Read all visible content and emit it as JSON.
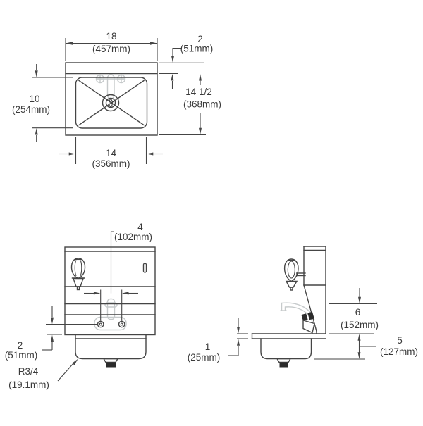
{
  "drawing": {
    "type": "technical-spec-drawing",
    "subject": "wall-mounted hand sink, three orthographic views",
    "views": {
      "plan": {
        "dims": {
          "overall_width": {
            "in": "18",
            "mm": "(457mm)"
          },
          "backsplash_depth": {
            "in": "2",
            "mm": "(51mm)"
          },
          "overall_depth": {
            "in": "14 1/2",
            "mm": "(368mm)"
          },
          "bowl_depth": {
            "in": "10",
            "mm": "(254mm)"
          },
          "bowl_width": {
            "in": "14",
            "mm": "(356mm)"
          }
        }
      },
      "front": {
        "dims": {
          "faucet_hole_centers": {
            "in": "4",
            "mm": "(102mm)"
          },
          "apron_height": {
            "in": "2",
            "mm": "(51mm)"
          },
          "corner_radius": {
            "in": "R3/4",
            "mm": "(19.1mm)"
          }
        }
      },
      "side": {
        "dims": {
          "counter_thickness": {
            "in": "1",
            "mm": "(25mm)"
          },
          "spout_to_counter": {
            "in": "6",
            "mm": "(152mm)"
          },
          "counter_to_bowl": {
            "in": "5",
            "mm": "(127mm)"
          }
        }
      }
    },
    "colors": {
      "line": "#454545",
      "faint": "#c6cacb",
      "text": "#3a3a3a",
      "background": "#ffffff",
      "fill": "#2b2b2b"
    }
  }
}
